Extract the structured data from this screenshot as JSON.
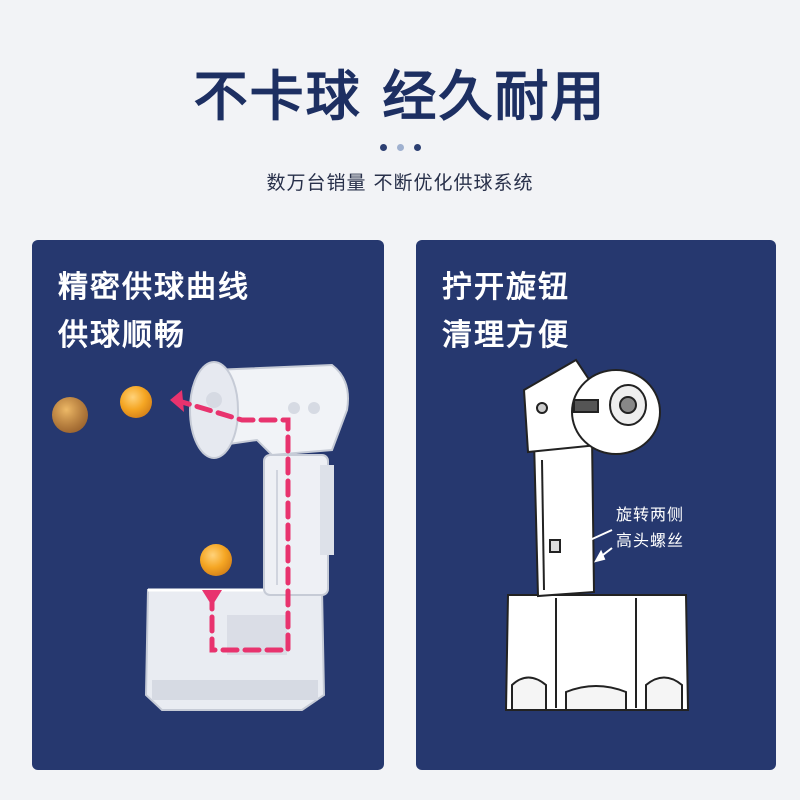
{
  "header": {
    "title": "不卡球  经久耐用",
    "subtitle": "数万台销量  不断优化供球系统"
  },
  "panels": [
    {
      "title_lines": [
        "精密供球曲线",
        "供球顺畅"
      ]
    },
    {
      "title_lines": [
        "拧开旋钮",
        "清理方便"
      ],
      "callout_lines": [
        "旋转两侧",
        "高头螺丝"
      ]
    }
  ],
  "colors": {
    "background": "#f2f3f6",
    "headline": "#1d2f62",
    "panel": "#26386f",
    "arrow": "#e8336e",
    "ball": "#f5a623"
  }
}
